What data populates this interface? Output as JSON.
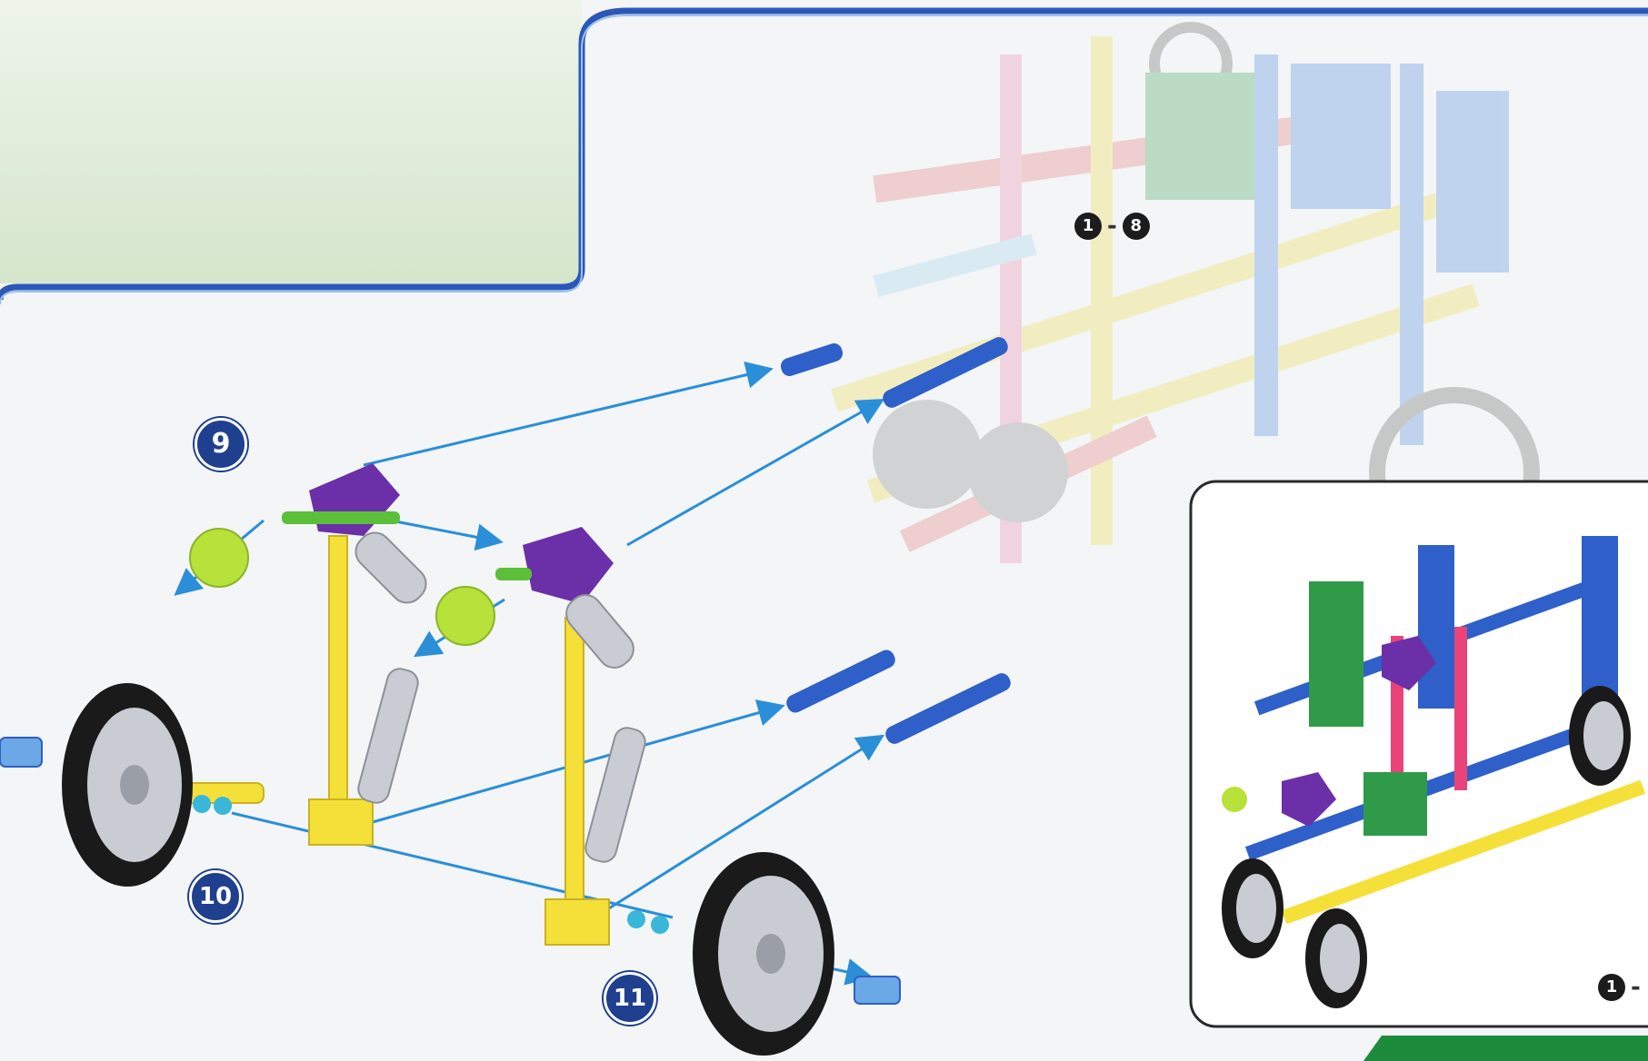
{
  "steps": {
    "step_9": "9",
    "step_10": "10",
    "step_11": "11"
  },
  "reference_range_main": {
    "from": "1",
    "separator": "-",
    "to": "8"
  },
  "reference_range_inset": {
    "from": "1",
    "separator": "-"
  },
  "colors": {
    "badge_blue": "#1f3f8f",
    "arrow_blue": "#2a8fd8",
    "rod_blue": "#2f5fc8",
    "connector_purple": "#6b2fa8",
    "rod_yellow": "#f5e03a",
    "wheel_black": "#1a1a1a",
    "hub_gray": "#c9ccd2",
    "green_spacer": "#b6e23a",
    "banner_green": "#1e8a3c"
  },
  "icons": [
    "number-badge-icon",
    "wheel-icon",
    "rod-icon",
    "connector-icon",
    "spacer-icon",
    "arrow-icon"
  ]
}
